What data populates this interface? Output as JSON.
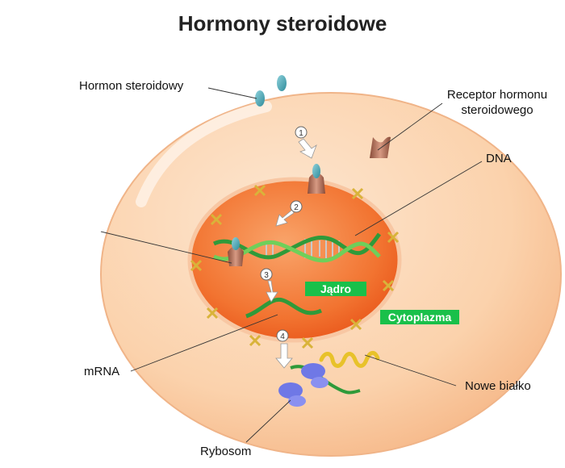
{
  "title": "Hormony steroidowe",
  "labels": {
    "hormone": "Hormon steroidowy",
    "receptor_line1": "Receptor hormonu",
    "receptor_line2": "steroidowego",
    "dna": "DNA",
    "mrna": "mRNA",
    "new_protein": "Nowe białko",
    "ribosome": "Rybosom",
    "nucleus": "Jądro",
    "cytoplasm": "Cytoplazma"
  },
  "steps": [
    "1",
    "2",
    "3",
    "4"
  ],
  "colors": {
    "cell_fill": "#fbd3b0",
    "nucleus_fill": "#f36f2a",
    "hormone": "#4aa8b6",
    "receptor": "#a86a55",
    "dna": "#2f9a3a",
    "ribosome": "#6f78e6",
    "protein": "#e8c22a",
    "tag_bg": "#19c04a"
  }
}
